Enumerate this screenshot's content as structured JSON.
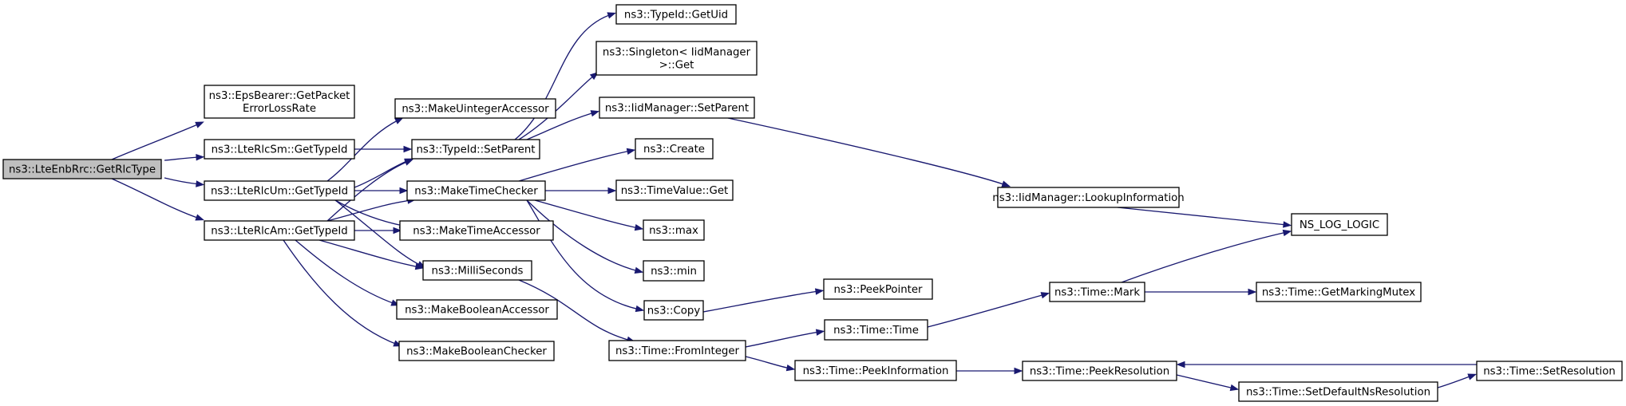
{
  "diagram": {
    "nodes": [
      {
        "id": "root",
        "lines": [
          "ns3::LteEnbRrc::GetRlcType"
        ],
        "root": true
      },
      {
        "id": "eps",
        "lines": [
          "ns3::EpsBearer::GetPacket",
          "ErrorLossRate"
        ]
      },
      {
        "id": "sm",
        "lines": [
          "ns3::LteRlcSm::GetTypeId"
        ]
      },
      {
        "id": "um",
        "lines": [
          "ns3::LteRlcUm::GetTypeId"
        ]
      },
      {
        "id": "am",
        "lines": [
          "ns3::LteRlcAm::GetTypeId"
        ]
      },
      {
        "id": "mua",
        "lines": [
          "ns3::MakeUintegerAccessor"
        ]
      },
      {
        "id": "sp",
        "lines": [
          "ns3::TypeId::SetParent"
        ]
      },
      {
        "id": "mtc",
        "lines": [
          "ns3::MakeTimeChecker"
        ]
      },
      {
        "id": "mta",
        "lines": [
          "ns3::MakeTimeAccessor"
        ]
      },
      {
        "id": "ms",
        "lines": [
          "ns3::MilliSeconds"
        ]
      },
      {
        "id": "mba",
        "lines": [
          "ns3::MakeBooleanAccessor"
        ]
      },
      {
        "id": "mbc",
        "lines": [
          "ns3::MakeBooleanChecker"
        ]
      },
      {
        "id": "guid",
        "lines": [
          "ns3::TypeId::GetUid"
        ]
      },
      {
        "id": "sing",
        "lines": [
          "ns3::Singleton< IidManager",
          "&gt;::Get"
        ]
      },
      {
        "id": "imsp",
        "lines": [
          "ns3::IidManager::SetParent"
        ]
      },
      {
        "id": "create",
        "lines": [
          "ns3::Create"
        ]
      },
      {
        "id": "tvget",
        "lines": [
          "ns3::TimeValue::Get"
        ]
      },
      {
        "id": "max",
        "lines": [
          "ns3::max"
        ]
      },
      {
        "id": "min",
        "lines": [
          "ns3::min"
        ]
      },
      {
        "id": "copy",
        "lines": [
          "ns3::Copy"
        ]
      },
      {
        "id": "fromint",
        "lines": [
          "ns3::Time::FromInteger"
        ]
      },
      {
        "id": "peekptr",
        "lines": [
          "ns3::PeekPointer"
        ]
      },
      {
        "id": "ttime",
        "lines": [
          "ns3::Time::Time"
        ]
      },
      {
        "id": "peekinfo",
        "lines": [
          "ns3::Time::PeekInformation"
        ]
      },
      {
        "id": "lookup",
        "lines": [
          "ns3::IidManager::LookupInformation"
        ]
      },
      {
        "id": "mark",
        "lines": [
          "ns3::Time::Mark"
        ]
      },
      {
        "id": "peekres",
        "lines": [
          "ns3::Time::PeekResolution"
        ]
      },
      {
        "id": "nslog",
        "lines": [
          "NS_LOG_LOGIC"
        ]
      },
      {
        "id": "gmm",
        "lines": [
          "ns3::Time::GetMarkingMutex"
        ]
      },
      {
        "id": "setdef",
        "lines": [
          "ns3::Time::SetDefaultNsResolution"
        ]
      },
      {
        "id": "setres",
        "lines": [
          "ns3::Time::SetResolution"
        ]
      }
    ],
    "edges": [
      {
        "from": "root",
        "to": "eps"
      },
      {
        "from": "root",
        "to": "sm"
      },
      {
        "from": "root",
        "to": "um"
      },
      {
        "from": "root",
        "to": "am"
      },
      {
        "from": "sm",
        "to": "sp"
      },
      {
        "from": "um",
        "to": "mua"
      },
      {
        "from": "um",
        "to": "sp"
      },
      {
        "from": "um",
        "to": "mtc"
      },
      {
        "from": "um",
        "to": "mta"
      },
      {
        "from": "um",
        "to": "ms"
      },
      {
        "from": "am",
        "to": "sp"
      },
      {
        "from": "am",
        "to": "mtc"
      },
      {
        "from": "am",
        "to": "mta"
      },
      {
        "from": "am",
        "to": "ms"
      },
      {
        "from": "am",
        "to": "mba"
      },
      {
        "from": "am",
        "to": "mbc"
      },
      {
        "from": "sp",
        "to": "guid"
      },
      {
        "from": "sp",
        "to": "sing"
      },
      {
        "from": "sp",
        "to": "imsp"
      },
      {
        "from": "imsp",
        "to": "lookup"
      },
      {
        "from": "lookup",
        "to": "nslog"
      },
      {
        "from": "mtc",
        "to": "create"
      },
      {
        "from": "mtc",
        "to": "tvget"
      },
      {
        "from": "mtc",
        "to": "max"
      },
      {
        "from": "mtc",
        "to": "min"
      },
      {
        "from": "mtc",
        "to": "copy"
      },
      {
        "from": "copy",
        "to": "peekptr"
      },
      {
        "from": "ms",
        "to": "fromint"
      },
      {
        "from": "fromint",
        "to": "ttime"
      },
      {
        "from": "fromint",
        "to": "peekinfo"
      },
      {
        "from": "ttime",
        "to": "mark"
      },
      {
        "from": "mark",
        "to": "nslog"
      },
      {
        "from": "mark",
        "to": "gmm"
      },
      {
        "from": "peekinfo",
        "to": "peekres"
      },
      {
        "from": "peekres",
        "to": "setdef"
      },
      {
        "from": "setdef",
        "to": "setres"
      },
      {
        "from": "setres",
        "to": "peekres"
      }
    ]
  }
}
